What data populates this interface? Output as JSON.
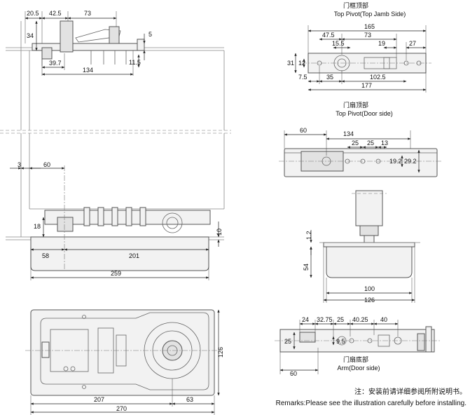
{
  "titles": {
    "top_jamb_cn": "门框顶部",
    "top_jamb_en": "Top Pivot(Top Jamb Side)",
    "top_door_cn": "门扇顶部",
    "top_door_en": "Top Pivot(Door side)",
    "arm_cn": "门扇底部",
    "arm_en": "Arm(Door side)"
  },
  "notes": {
    "note_cn": "注：安装前请详细参阅所附说明书。",
    "note_en": "Remarks:Please see the illustration carefully before installing."
  },
  "dims": {
    "side_top": [
      "20.5",
      "42.5",
      "73",
      "34",
      "5",
      "39.7",
      "134",
      "11.5"
    ],
    "front": [
      "3",
      "60",
      "18",
      "58",
      "201",
      "259",
      "10"
    ],
    "plan": [
      "126",
      "207",
      "63",
      "270"
    ],
    "jamb": [
      "165",
      "47.5",
      "73",
      "15.5",
      "19",
      "27",
      "31",
      "12",
      "7.5",
      "35",
      "102.5",
      "177"
    ],
    "door": [
      "60",
      "134",
      "25",
      "25",
      "13",
      "19.2",
      "29.2"
    ],
    "spindle": [
      "1.2",
      "54",
      "100",
      "126"
    ],
    "arm": [
      "24",
      "32.75",
      "25",
      "40.25",
      "40",
      "25",
      "9.5",
      "60"
    ]
  }
}
